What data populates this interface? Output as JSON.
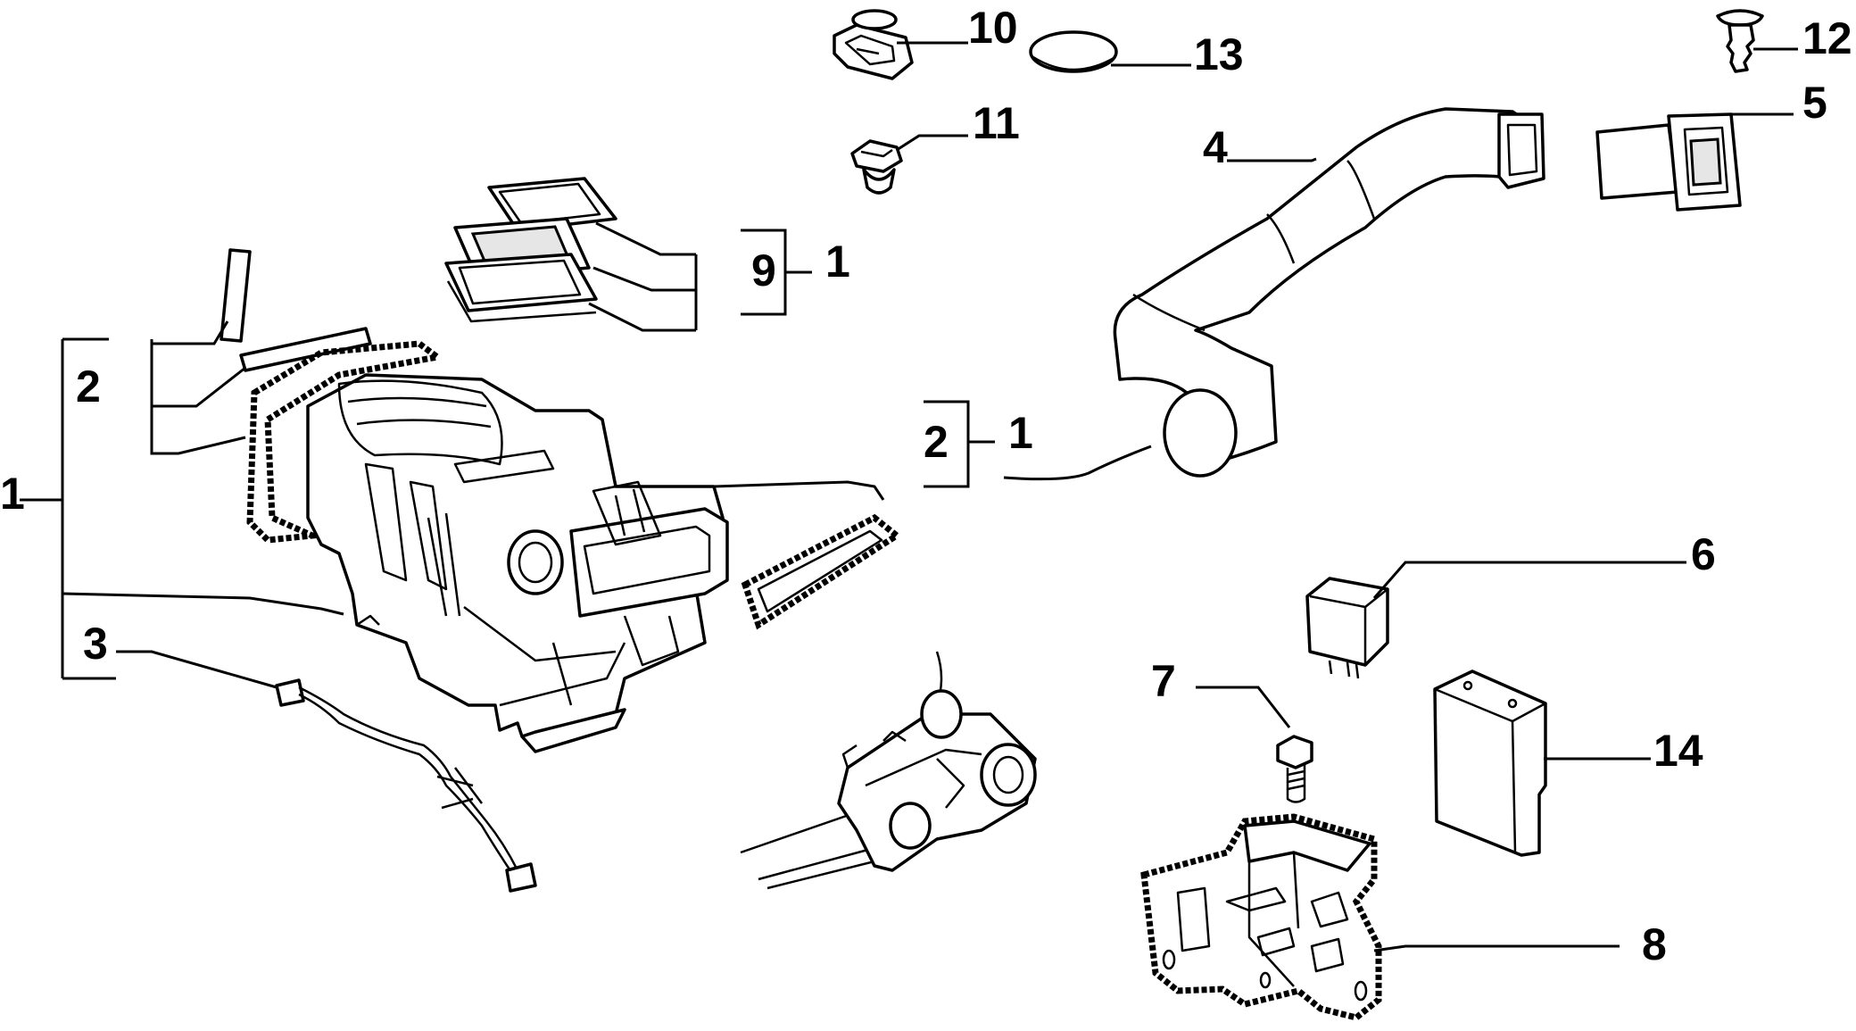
{
  "labels": {
    "main_1": "1",
    "group_2": "2",
    "item_3": "3",
    "item_4": "4",
    "item_5": "5",
    "item_6": "6",
    "item_7": "7",
    "item_8": "8",
    "item_9": "9",
    "item_9_parent": "1",
    "item_10": "10",
    "item_11": "11",
    "item_12": "12",
    "item_13": "13",
    "item_14": "14",
    "filter_2": "2",
    "filter_2_parent": "1"
  }
}
